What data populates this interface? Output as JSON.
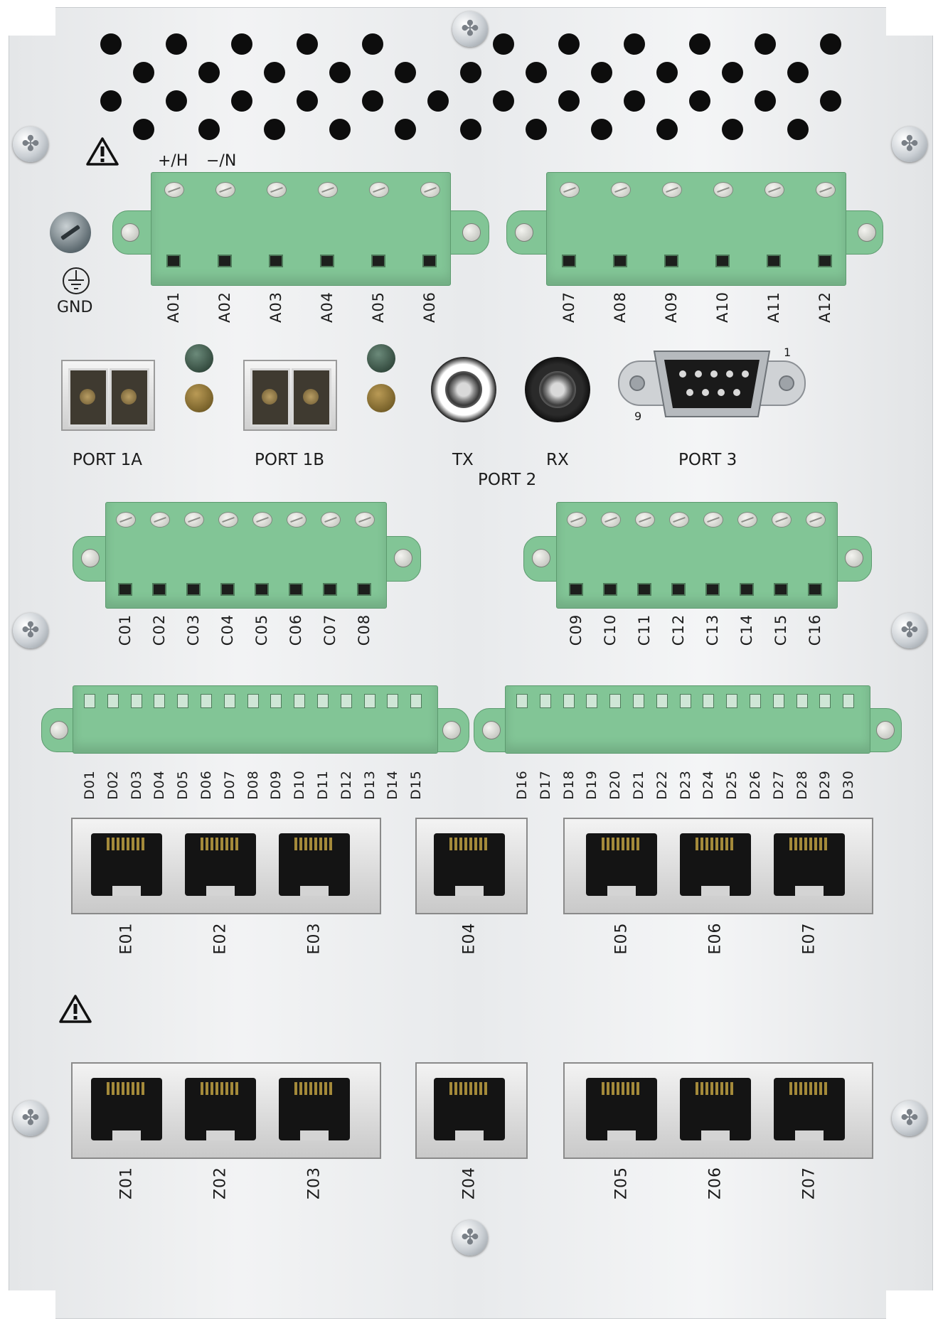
{
  "labels": {
    "plus_h": "+/H",
    "minus_n": "−/N",
    "gnd": "GND",
    "port1a": "PORT 1A",
    "port1b": "PORT 1B",
    "tx": "TX",
    "rx": "RX",
    "port2": "PORT 2",
    "port3": "PORT 3",
    "dsub_pin1": "1",
    "dsub_pin9": "9"
  },
  "terminals": {
    "a_left": [
      "A01",
      "A02",
      "A03",
      "A04",
      "A05",
      "A06"
    ],
    "a_right": [
      "A07",
      "A08",
      "A09",
      "A10",
      "A11",
      "A12"
    ],
    "c_left": [
      "C01",
      "C02",
      "C03",
      "C04",
      "C05",
      "C06",
      "C07",
      "C08"
    ],
    "c_right": [
      "C09",
      "C10",
      "C11",
      "C12",
      "C13",
      "C14",
      "C15",
      "C16"
    ],
    "d_left": [
      "D01",
      "D02",
      "D03",
      "D04",
      "D05",
      "D06",
      "D07",
      "D08",
      "D09",
      "D10",
      "D11",
      "D12",
      "D13",
      "D14",
      "D15"
    ],
    "d_right": [
      "D16",
      "D17",
      "D18",
      "D19",
      "D20",
      "D21",
      "D22",
      "D23",
      "D24",
      "D25",
      "D26",
      "D27",
      "D28",
      "D29",
      "D30"
    ]
  },
  "ethernet": {
    "e_row": [
      "E01",
      "E02",
      "E03",
      "E04",
      "E05",
      "E06",
      "E07"
    ],
    "z_row": [
      "Z01",
      "Z02",
      "Z03",
      "Z04",
      "Z05",
      "Z06",
      "Z07"
    ]
  },
  "icons": {
    "warning": "warning-triangle-icon",
    "ground": "earth-ground-icon",
    "screw": "phillips-screw-icon"
  },
  "colors": {
    "terminal_green": "#82c596",
    "panel": "#eceeef",
    "led_green": "#2f4a3c",
    "led_amber": "#7a6326"
  }
}
